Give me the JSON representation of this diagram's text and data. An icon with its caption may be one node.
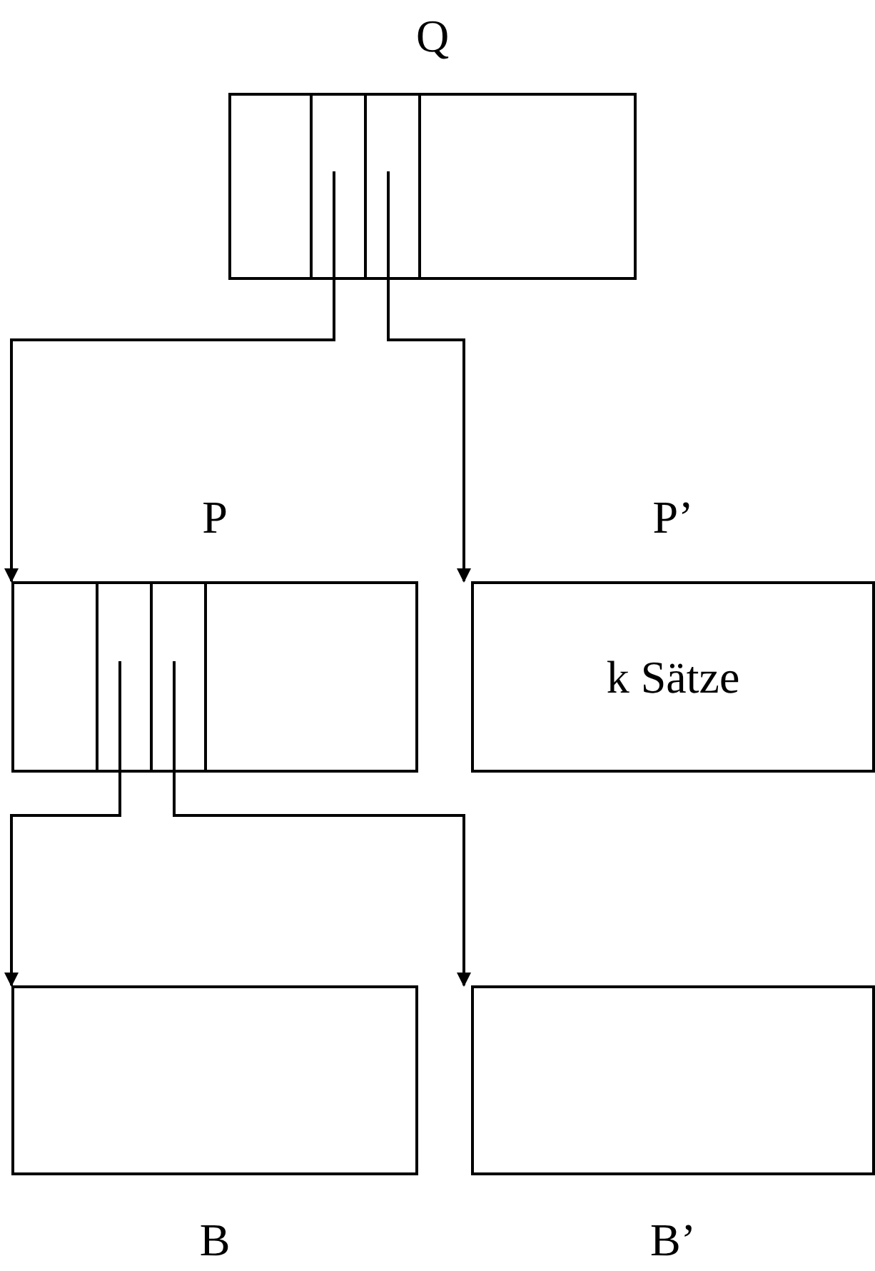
{
  "diagram": {
    "nodes": [
      {
        "text": [
          "Q"
        ]
      },
      {
        "text": [
          "P"
        ]
      },
      {
        "text": [
          "P’",
          "k Sätze"
        ]
      },
      {
        "text": [
          "B"
        ]
      },
      {
        "text": [
          "B’"
        ]
      }
    ],
    "edges": [
      {
        "from": 0,
        "to": 1,
        "arrow": "to"
      },
      {
        "from": 0,
        "to": 2,
        "arrow": "to"
      },
      {
        "from": 1,
        "to": 3,
        "arrow": "to"
      },
      {
        "from": 1,
        "to": 4,
        "arrow": "to"
      }
    ]
  }
}
